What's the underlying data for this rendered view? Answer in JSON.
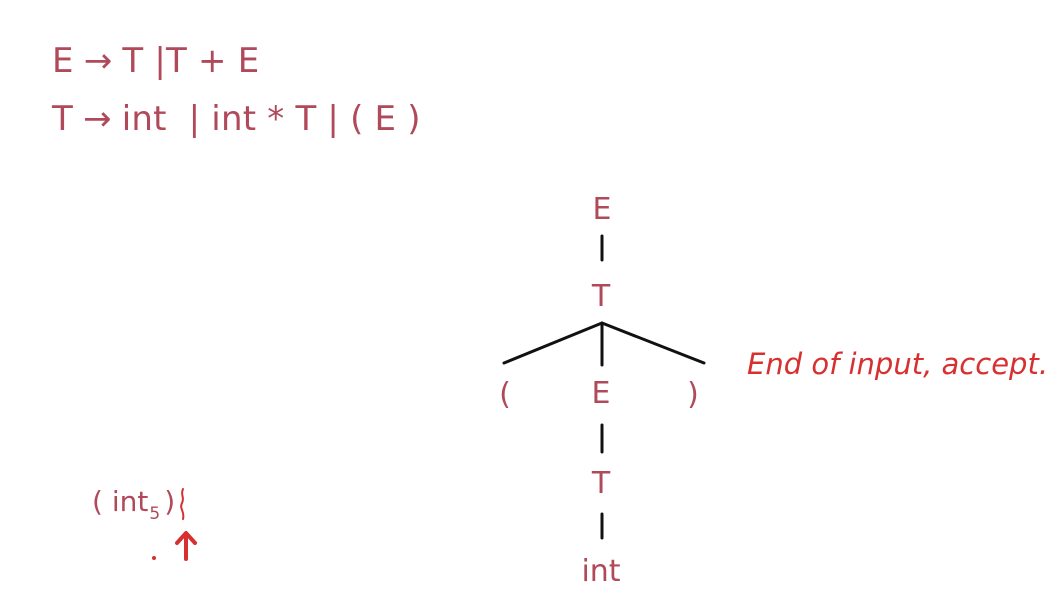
{
  "grammar": {
    "rules": [
      {
        "lhs": "E",
        "arrow": "→",
        "rhs": "T |T + E"
      },
      {
        "lhs": "T",
        "arrow": "→",
        "rhs": "int  | int * T | ( E )"
      }
    ]
  },
  "parse_tree": {
    "nodes": {
      "root_e": "E",
      "t1": "T",
      "lparen": "(",
      "e2": "E",
      "rparen": ")",
      "t2": "T",
      "int": "int"
    }
  },
  "status": {
    "message": "End of input, accept."
  },
  "input": {
    "open_paren": "(",
    "token": "int",
    "subscript": "5",
    "close_paren": ")"
  },
  "colors": {
    "grammar_text": "#b04a5a",
    "tree_edges": "#111111",
    "status_text": "#d63030",
    "pointer": "#d63030"
  }
}
